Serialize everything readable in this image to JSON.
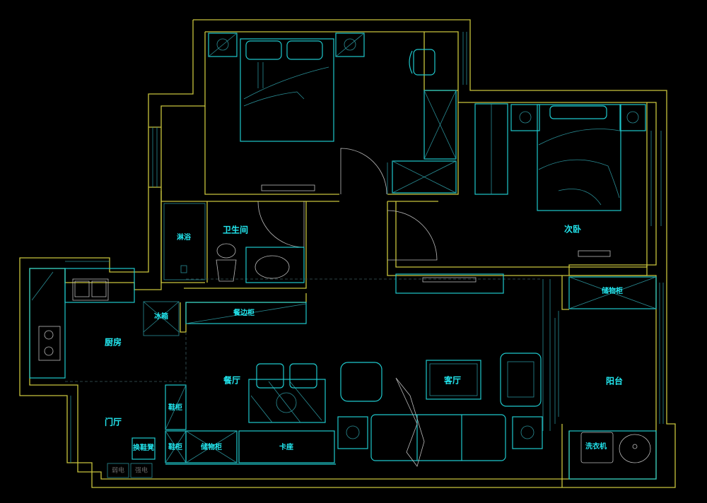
{
  "rooms": {
    "bathroom": "卫生间",
    "shower": "淋浴",
    "second_bedroom": "次卧",
    "kitchen": "厨房",
    "dining": "餐厅",
    "living": "客厅",
    "balcony": "阳台",
    "foyer": "门厅"
  },
  "furniture": {
    "fridge": "冰箱",
    "sideboard": "餐边柜",
    "shoe_cabinet_1": "鞋柜",
    "shoe_cabinet_2": "鞋柜",
    "shoe_bench": "换鞋凳",
    "storage_cabinet": "储物柜",
    "booth_seat": "卡座",
    "balcony_storage": "储物柜",
    "washing_machine": "洗衣机"
  },
  "panels": {
    "weak_current": "弱电",
    "strong_current": "强电"
  },
  "colors": {
    "wall": "#c8c43c",
    "furniture": "#1fc8cc",
    "label": "#22e6ee",
    "background": "#000000"
  }
}
